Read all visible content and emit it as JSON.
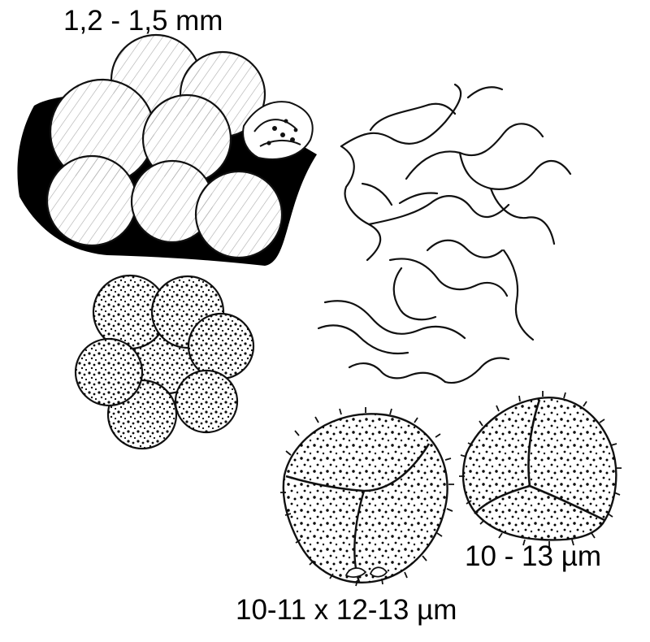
{
  "labels": {
    "sporocarp_size": "1,2 - 1,5 mm",
    "spore_left_size": "10-11 x 12-13 µm",
    "spore_right_size": "10 - 13 µm"
  }
}
